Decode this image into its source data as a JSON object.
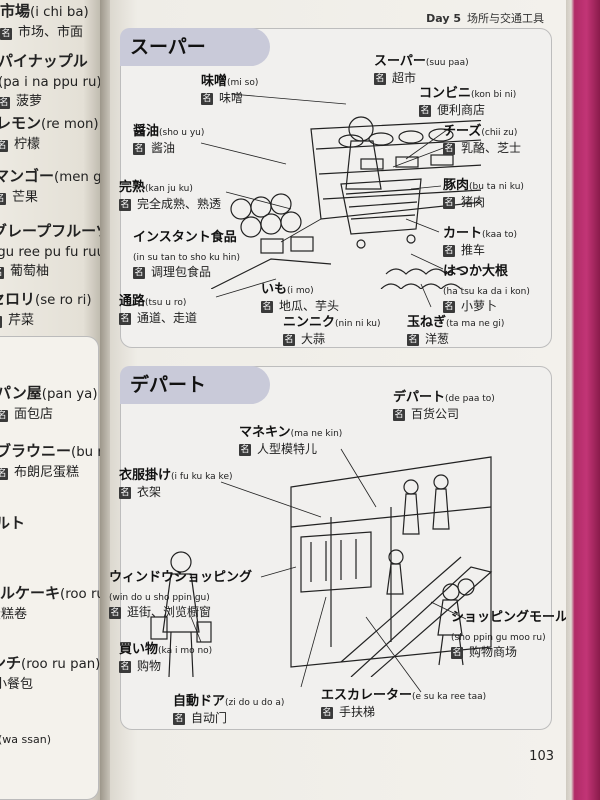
{
  "page": {
    "day_label": "Day 5",
    "day_title": "场所与交通工具",
    "page_number": "103"
  },
  "left_page": {
    "items": [
      {
        "jp": "市場",
        "reading": "(i chi ba)",
        "cn": "市场、市面"
      },
      {
        "jp": "パイナップル",
        "reading": "(pa i na ppu ru)",
        "cn": "菠萝"
      },
      {
        "jp": "レモン",
        "reading": "(re mon)",
        "cn": "柠檬"
      },
      {
        "jp": "マンゴー",
        "reading": "(men goo)",
        "cn": "芒果"
      },
      {
        "jp": "グレープフルーツ",
        "reading": "(gu ree pu fu ruu tsu)",
        "cn": "葡萄柚"
      },
      {
        "jp": "セロリ",
        "reading": "(se ro ri)",
        "cn": "芹菜"
      },
      {
        "jp": "パン屋",
        "reading": "(pan ya)",
        "cn": "面包店"
      },
      {
        "jp": "ブラウニー",
        "reading": "(bu ra u ni)",
        "cn": "布朗尼蛋糕"
      },
      {
        "jp": "タルト",
        "reading": "",
        "cn": ""
      },
      {
        "jp": "ロールケーキ",
        "reading": "(roo ru ke ki)",
        "cn": "蛋糕卷"
      },
      {
        "jp": "ランチ",
        "reading": "(roo ru pan)",
        "cn": "小餐包"
      },
      {
        "jp": "",
        "reading": "(wa ssan)",
        "cn": ""
      }
    ]
  },
  "supermarket": {
    "title": "スーパー",
    "entries": [
      {
        "id": "miso",
        "jp": "味噌",
        "reading": "(mi so)",
        "cn": "味噌"
      },
      {
        "id": "suupaa",
        "jp": "スーパー",
        "reading": "(suu paa)",
        "cn": "超市"
      },
      {
        "id": "konbini",
        "jp": "コンビニ",
        "reading": "(kon bi ni)",
        "cn": "便利商店"
      },
      {
        "id": "shouyu",
        "jp": "醤油",
        "reading": "(sho u yu)",
        "cn": "酱油"
      },
      {
        "id": "chiizu",
        "jp": "チーズ",
        "reading": "(chii zu)",
        "cn": "乳酪、芝士"
      },
      {
        "id": "kanjuku",
        "jp": "完熟",
        "reading": "(kan ju ku)",
        "cn": "完全成熟、熟透"
      },
      {
        "id": "butaniku",
        "jp": "豚肉",
        "reading": "(bu ta ni ku)",
        "cn": "猪肉"
      },
      {
        "id": "instant",
        "jp": "インスタント食品",
        "reading": "(in su tan to sho ku hin)",
        "cn": "调理包食品"
      },
      {
        "id": "kaato",
        "jp": "カート",
        "reading": "(kaa to)",
        "cn": "推车"
      },
      {
        "id": "hatsuka",
        "jp": "はつか大根",
        "reading": "(ha tsu ka da i kon)",
        "cn": "小萝卜"
      },
      {
        "id": "tsuuro",
        "jp": "通路",
        "reading": "(tsu u ro)",
        "cn": "通道、走道"
      },
      {
        "id": "imo",
        "jp": "いも",
        "reading": "(i mo)",
        "cn": "地瓜、芋头"
      },
      {
        "id": "ninniku",
        "jp": "ニンニク",
        "reading": "(nin ni ku)",
        "cn": "大蒜"
      },
      {
        "id": "tamanegi",
        "jp": "玉ねぎ",
        "reading": "(ta ma ne gi)",
        "cn": "洋葱"
      }
    ]
  },
  "department": {
    "title": "デパート",
    "entries": [
      {
        "id": "depaato",
        "jp": "デパート",
        "reading": "(de paa to)",
        "cn": "百货公司"
      },
      {
        "id": "manekin",
        "jp": "マネキン",
        "reading": "(ma ne kin)",
        "cn": "人型模特儿"
      },
      {
        "id": "ifukukake",
        "jp": "衣服掛け",
        "reading": "(i fu ku ka ke)",
        "cn": "衣架"
      },
      {
        "id": "window",
        "jp": "ウィンドウショッピング",
        "reading": "(win do u sho ppin gu)",
        "cn": "逛街、浏览橱窗"
      },
      {
        "id": "shoppingmall",
        "jp": "ショッピングモール",
        "reading": "(sho ppin gu moo ru)",
        "cn": "购物商场"
      },
      {
        "id": "kaimono",
        "jp": "買い物",
        "reading": "(ka i mo no)",
        "cn": "购物"
      },
      {
        "id": "jidoudoa",
        "jp": "自動ドア",
        "reading": "(zi do u do a)",
        "cn": "自动门"
      },
      {
        "id": "escalator",
        "jp": "エスカレーター",
        "reading": "(e su ka ree taa)",
        "cn": "手扶梯"
      }
    ]
  },
  "badge_label": "名",
  "colors": {
    "tab": "#c9cad9",
    "panel": "#f1f0ee",
    "page_edge": "#c23576"
  }
}
